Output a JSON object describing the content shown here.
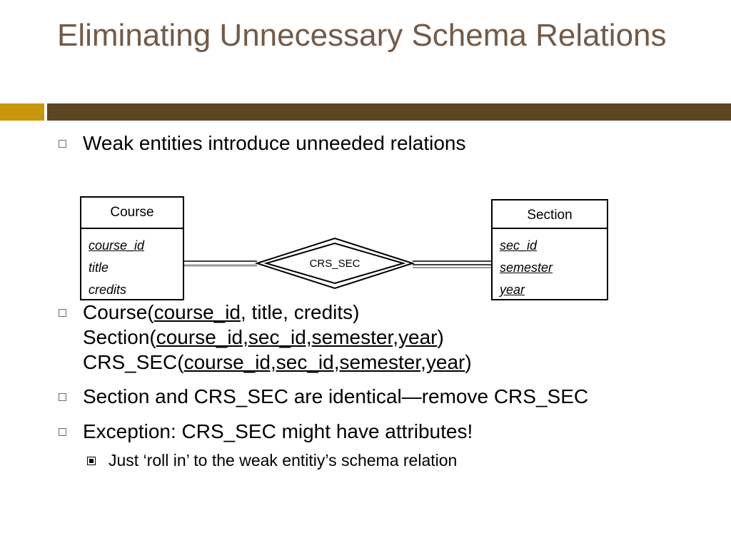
{
  "slide": {
    "title": "Eliminating Unnecessary Schema Relations",
    "bullet1": "Weak entities introduce unneeded relations",
    "schema_course": {
      "name": "Course(",
      "key": "course_id",
      "rest": ", title, credits)"
    },
    "schema_section": {
      "name": "Section(",
      "key": "course_id,sec_id,semester,year",
      "rest": ")"
    },
    "schema_crssec": {
      "name": "CRS_SEC(",
      "key": "course_id,sec_id,semester,year",
      "rest": ")"
    },
    "bullet3": "Section and CRS_SEC are identical—remove CRS_SEC",
    "bullet4": "Exception: CRS_SEC might have attributes!",
    "sub_bullet": "Just ‘roll in’ to the weak entitiy’s schema relation"
  },
  "diagram": {
    "course": {
      "name": "Course",
      "attributes": [
        "course_id",
        "title",
        "credits"
      ]
    },
    "relationship": {
      "name": "CRS_SEC"
    },
    "section": {
      "name": "Section",
      "attributes": [
        "sec_id",
        "semester",
        "year"
      ]
    }
  }
}
